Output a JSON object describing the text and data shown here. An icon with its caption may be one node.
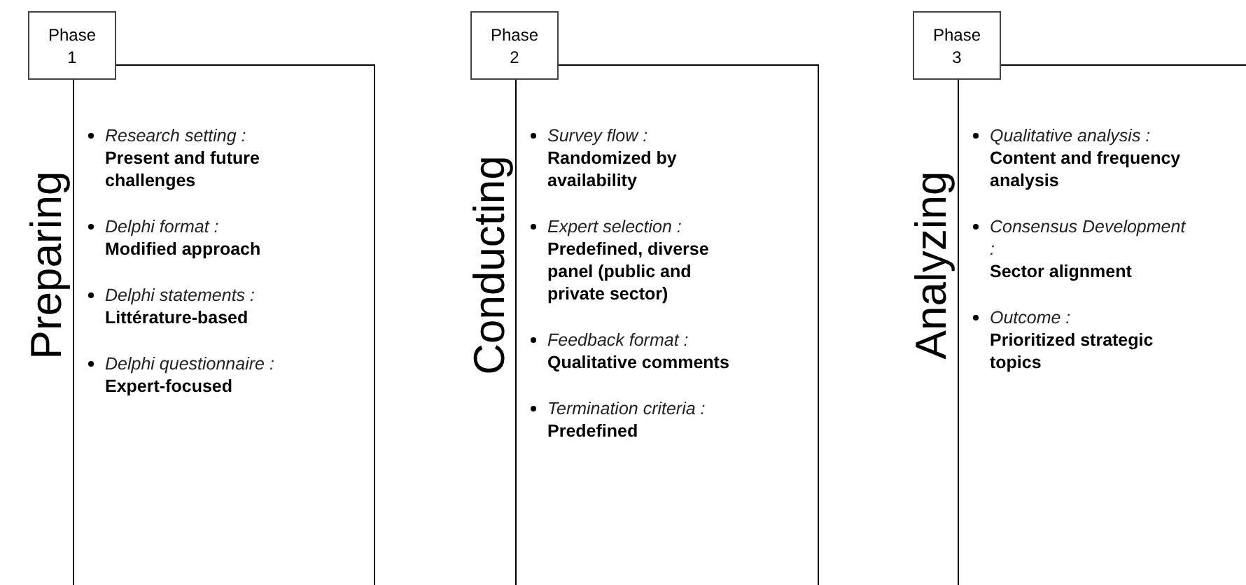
{
  "diagram": {
    "nodes": [
      {
        "text": [
          "Preparing",
          "Research setting :",
          "Present and future challenges",
          "Delphi format :",
          "Modified approach",
          "Delphi statements :",
          "Littérature-based",
          "Delphi questionnaire :",
          "Expert-focused"
        ]
      },
      {
        "text": [
          "Phase 1"
        ]
      },
      {
        "text": [
          "Conducting",
          "Survey flow :",
          "Randomized by availability",
          "Expert selection :",
          "Predefined, diverse panel (public and private sector)",
          "Feedback format :",
          "Qualitative comments",
          "Termination criteria :",
          "Predefined"
        ]
      },
      {
        "text": [
          "Phase 2"
        ]
      },
      {
        "text": [
          "Analyzing",
          "Qualitative analysis :",
          "Content and frequency analysis",
          "Consensus Development :",
          "Sector alignment",
          "Outcome :",
          "Prioritized strategic topics"
        ]
      },
      {
        "text": [
          "Phase 3"
        ]
      }
    ]
  }
}
